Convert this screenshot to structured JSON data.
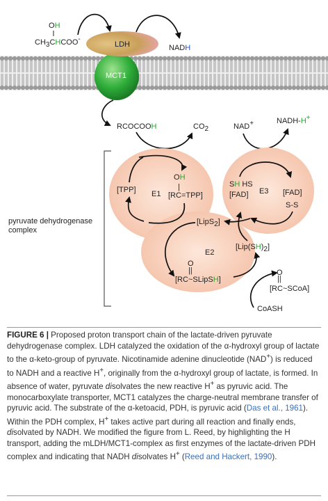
{
  "colors": {
    "membrane": "#9a9a9a",
    "membrane_tail": "#8a8a8a",
    "ldh": "#c9a05a",
    "ldh_pink": "#ef9fb6",
    "mct1": "#2fae3a",
    "enzyme_fill": "#f6c9b3",
    "h_green": "#22a82a",
    "nadh_blue": "#2457c5",
    "link_blue": "#3a70b8"
  },
  "diagram": {
    "lactate_oh": {
      "o": "O",
      "h": "H"
    },
    "lactate": {
      "a": "CH",
      "sub3": "3",
      "c": "C",
      "h": "H",
      "rest": "COO",
      "sup": "-"
    },
    "ldh_label": "LDH",
    "nadh_top": {
      "nad": "NAD",
      "h": "H"
    },
    "mct1_label": "MCT1",
    "pyruvate": {
      "text": "RCOCOO",
      "h": "H"
    },
    "co2": {
      "text": "CO",
      "sub": "2"
    },
    "nad_plus": {
      "text": "NAD",
      "sup": "+"
    },
    "nadh_h": {
      "text": "NADH-",
      "h": "H",
      "sup": "+"
    },
    "complex_label": [
      "pyruvate dehydrogenase",
      "complex"
    ],
    "e1": {
      "name": "E1",
      "tpp": "[TPP]",
      "oh": {
        "o": "O",
        "h": "H"
      },
      "bar": "|",
      "rc_tpp": "[RC=TPP]"
    },
    "e3": {
      "name": "E3",
      "sh": "S",
      "sh_h": "H",
      "hs": " HS",
      "fad_left": "[FAD]",
      "fad_right": "[FAD]",
      "ss": "S-S"
    },
    "e2": {
      "name": "E2",
      "lips2": {
        "text": "[LipS",
        "sub": "2",
        "end": "]"
      },
      "lipsh2": {
        "pre": "[Lip(S",
        "h": "H",
        "mid": ")",
        "sub": "2",
        "end": "]"
      },
      "acyl_o": "O",
      "acyl_dbl": "||",
      "acyl": {
        "text": "[RC~SLipS",
        "h": "H",
        "end": "]"
      }
    },
    "product": {
      "o": "O",
      "dbl": "||",
      "text": "[RC~SCoA]"
    },
    "coash": "CoASH"
  },
  "caption": {
    "label": "FIGURE 6 |",
    "p1": " Proposed proton transport chain of the lactate-driven pyruvate dehydrogenase complex. LDH catalyzed the oxidation of the α-hydroxyl group of lactate to the α-keto-group of pyruvate. Nicotinamide adenine dinucleotide (NAD",
    "sup1": "+",
    "p2": ") is reduced to NADH and a reactive H",
    "sup2": "+",
    "p3": ", originally from the α-hydroxyl group of lactate, is formed. In absence of water, pyruvate ",
    "it1": "di",
    "p4": "solvates the new reactive H",
    "sup3": "+",
    "p5": " as pyruvic acid. The monocarboxylate transporter, MCT1 catalyzes the charge-neutral membrane transfer of pyruvic acid. The substrate of the α-ketoacid, PDH, is pyruvic acid (",
    "ref1": "Das et al., 1961",
    "p6": "). Within the PDH complex, H",
    "sup4": "+",
    "p7": " takes active part during all reaction and finally ends, ",
    "it2": "di",
    "p8": "solvated by NADH. We modified the figure from L. Reed, by highlighting the H transport, adding the mLDH/MCT1-complex as first enzymes of the lactate-driven PDH complex and indicating that NADH ",
    "it3": "di",
    "p9": "solvates H",
    "sup5": "+",
    "p10": " (",
    "ref2": "Reed and Hackert, 1990",
    "p11": ")."
  }
}
